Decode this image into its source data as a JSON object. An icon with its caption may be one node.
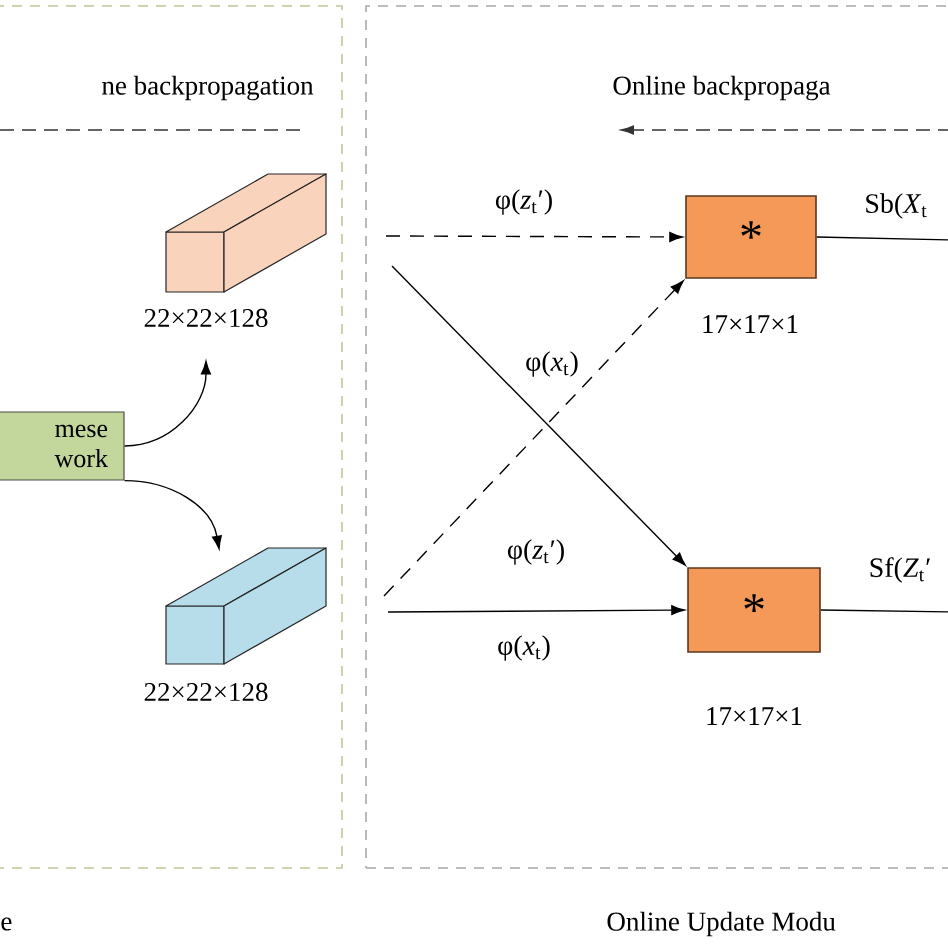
{
  "diagram": {
    "nodes": [
      {
        "text": [
          "ne backpropagation"
        ],
        "beside": [
          "e"
        ]
      },
      {
        "text": [
          "mese work"
        ],
        "in": 0
      },
      {
        "text": [],
        "shape": "box",
        "beside": [
          "22×22×128"
        ],
        "in": 0
      },
      {
        "text": [],
        "shape": "box",
        "beside": [
          "22×22×128"
        ],
        "in": 0
      },
      {
        "text": [
          "Online backpropaga"
        ],
        "beside": [
          "Online Update Modu"
        ]
      },
      {
        "text": [
          "*"
        ],
        "beside": [
          "17×17×1"
        ],
        "in": 4
      },
      {
        "text": [
          "*"
        ],
        "beside": [
          "17×17×1"
        ],
        "in": 4
      }
    ],
    "edges": [
      {
        "from": 1,
        "to": 2,
        "arrow": "to"
      },
      {
        "from": 1,
        "to": 3,
        "arrow": "to"
      },
      {
        "from": null,
        "to": 5,
        "arrow": "to",
        "label": "φ(*z*$_{t}$′)",
        "style": "dashed"
      },
      {
        "from": null,
        "to": 5,
        "arrow": "to",
        "label": "φ(*x*$_{t}$)",
        "style": "dashed"
      },
      {
        "from": null,
        "to": 6,
        "arrow": "to",
        "label": "φ(*z*$_{t}$′)"
      },
      {
        "from": null,
        "to": 6,
        "arrow": "to",
        "label": "φ(*x*$_{t}$)"
      },
      {
        "from": 5,
        "to": null,
        "arrow": "none",
        "label": "Sb(*X*$_{t}$"
      },
      {
        "from": 6,
        "to": null,
        "arrow": "none",
        "label": "Sf(*Z*$_{t}$′"
      }
    ]
  }
}
